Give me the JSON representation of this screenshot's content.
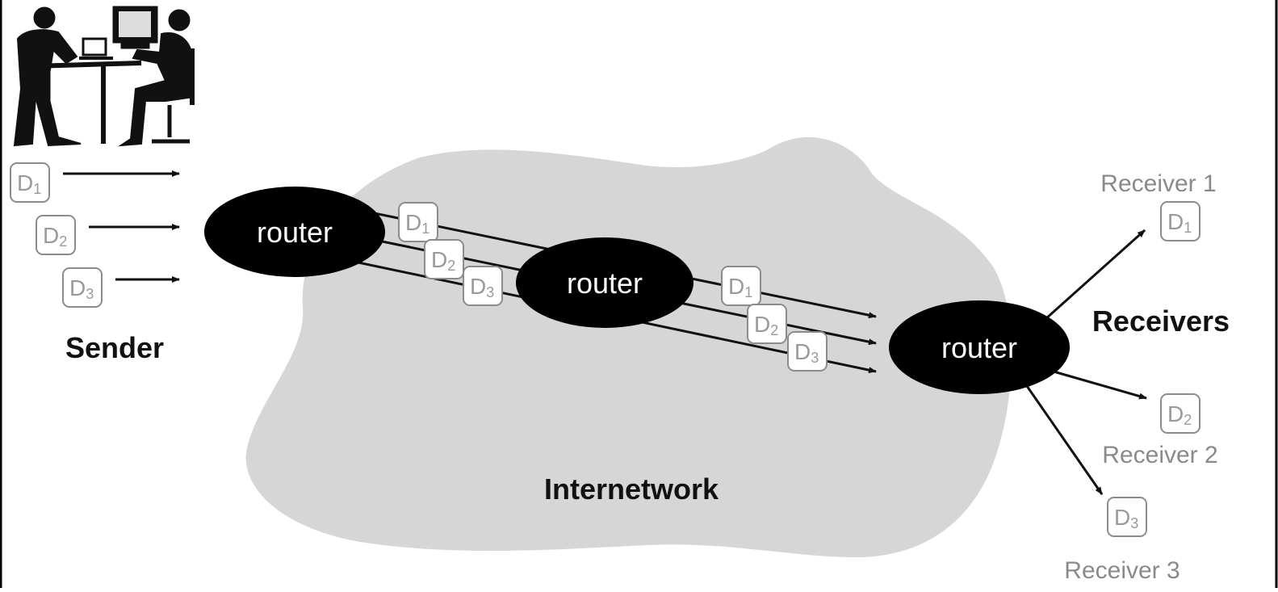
{
  "colors": {
    "cloud": "#d6d6d6",
    "router": "#000000",
    "router_text": "#ffffff",
    "receiver_label": "#8a8a8a",
    "packet_border": "#8c8c8c",
    "packet_text": "#9a9a9a",
    "ink": "#111111"
  },
  "labels": {
    "sender": "Sender",
    "receivers": "Receivers",
    "internetwork": "Internetwork"
  },
  "routers": [
    {
      "label": "router"
    },
    {
      "label": "router"
    },
    {
      "label": "router"
    }
  ],
  "receivers": [
    {
      "label": "Receiver 1",
      "packet": "D1"
    },
    {
      "label": "Receiver 2",
      "packet": "D2"
    },
    {
      "label": "Receiver 3",
      "packet": "D3"
    }
  ],
  "sender_packets": [
    "D1",
    "D2",
    "D3"
  ],
  "transit_packets_first_hop": [
    "D1",
    "D2",
    "D3"
  ],
  "transit_packets_second_hop": [
    "D1",
    "D2",
    "D3"
  ],
  "icons": {
    "sender_illustration": "people-at-computer-icon"
  }
}
